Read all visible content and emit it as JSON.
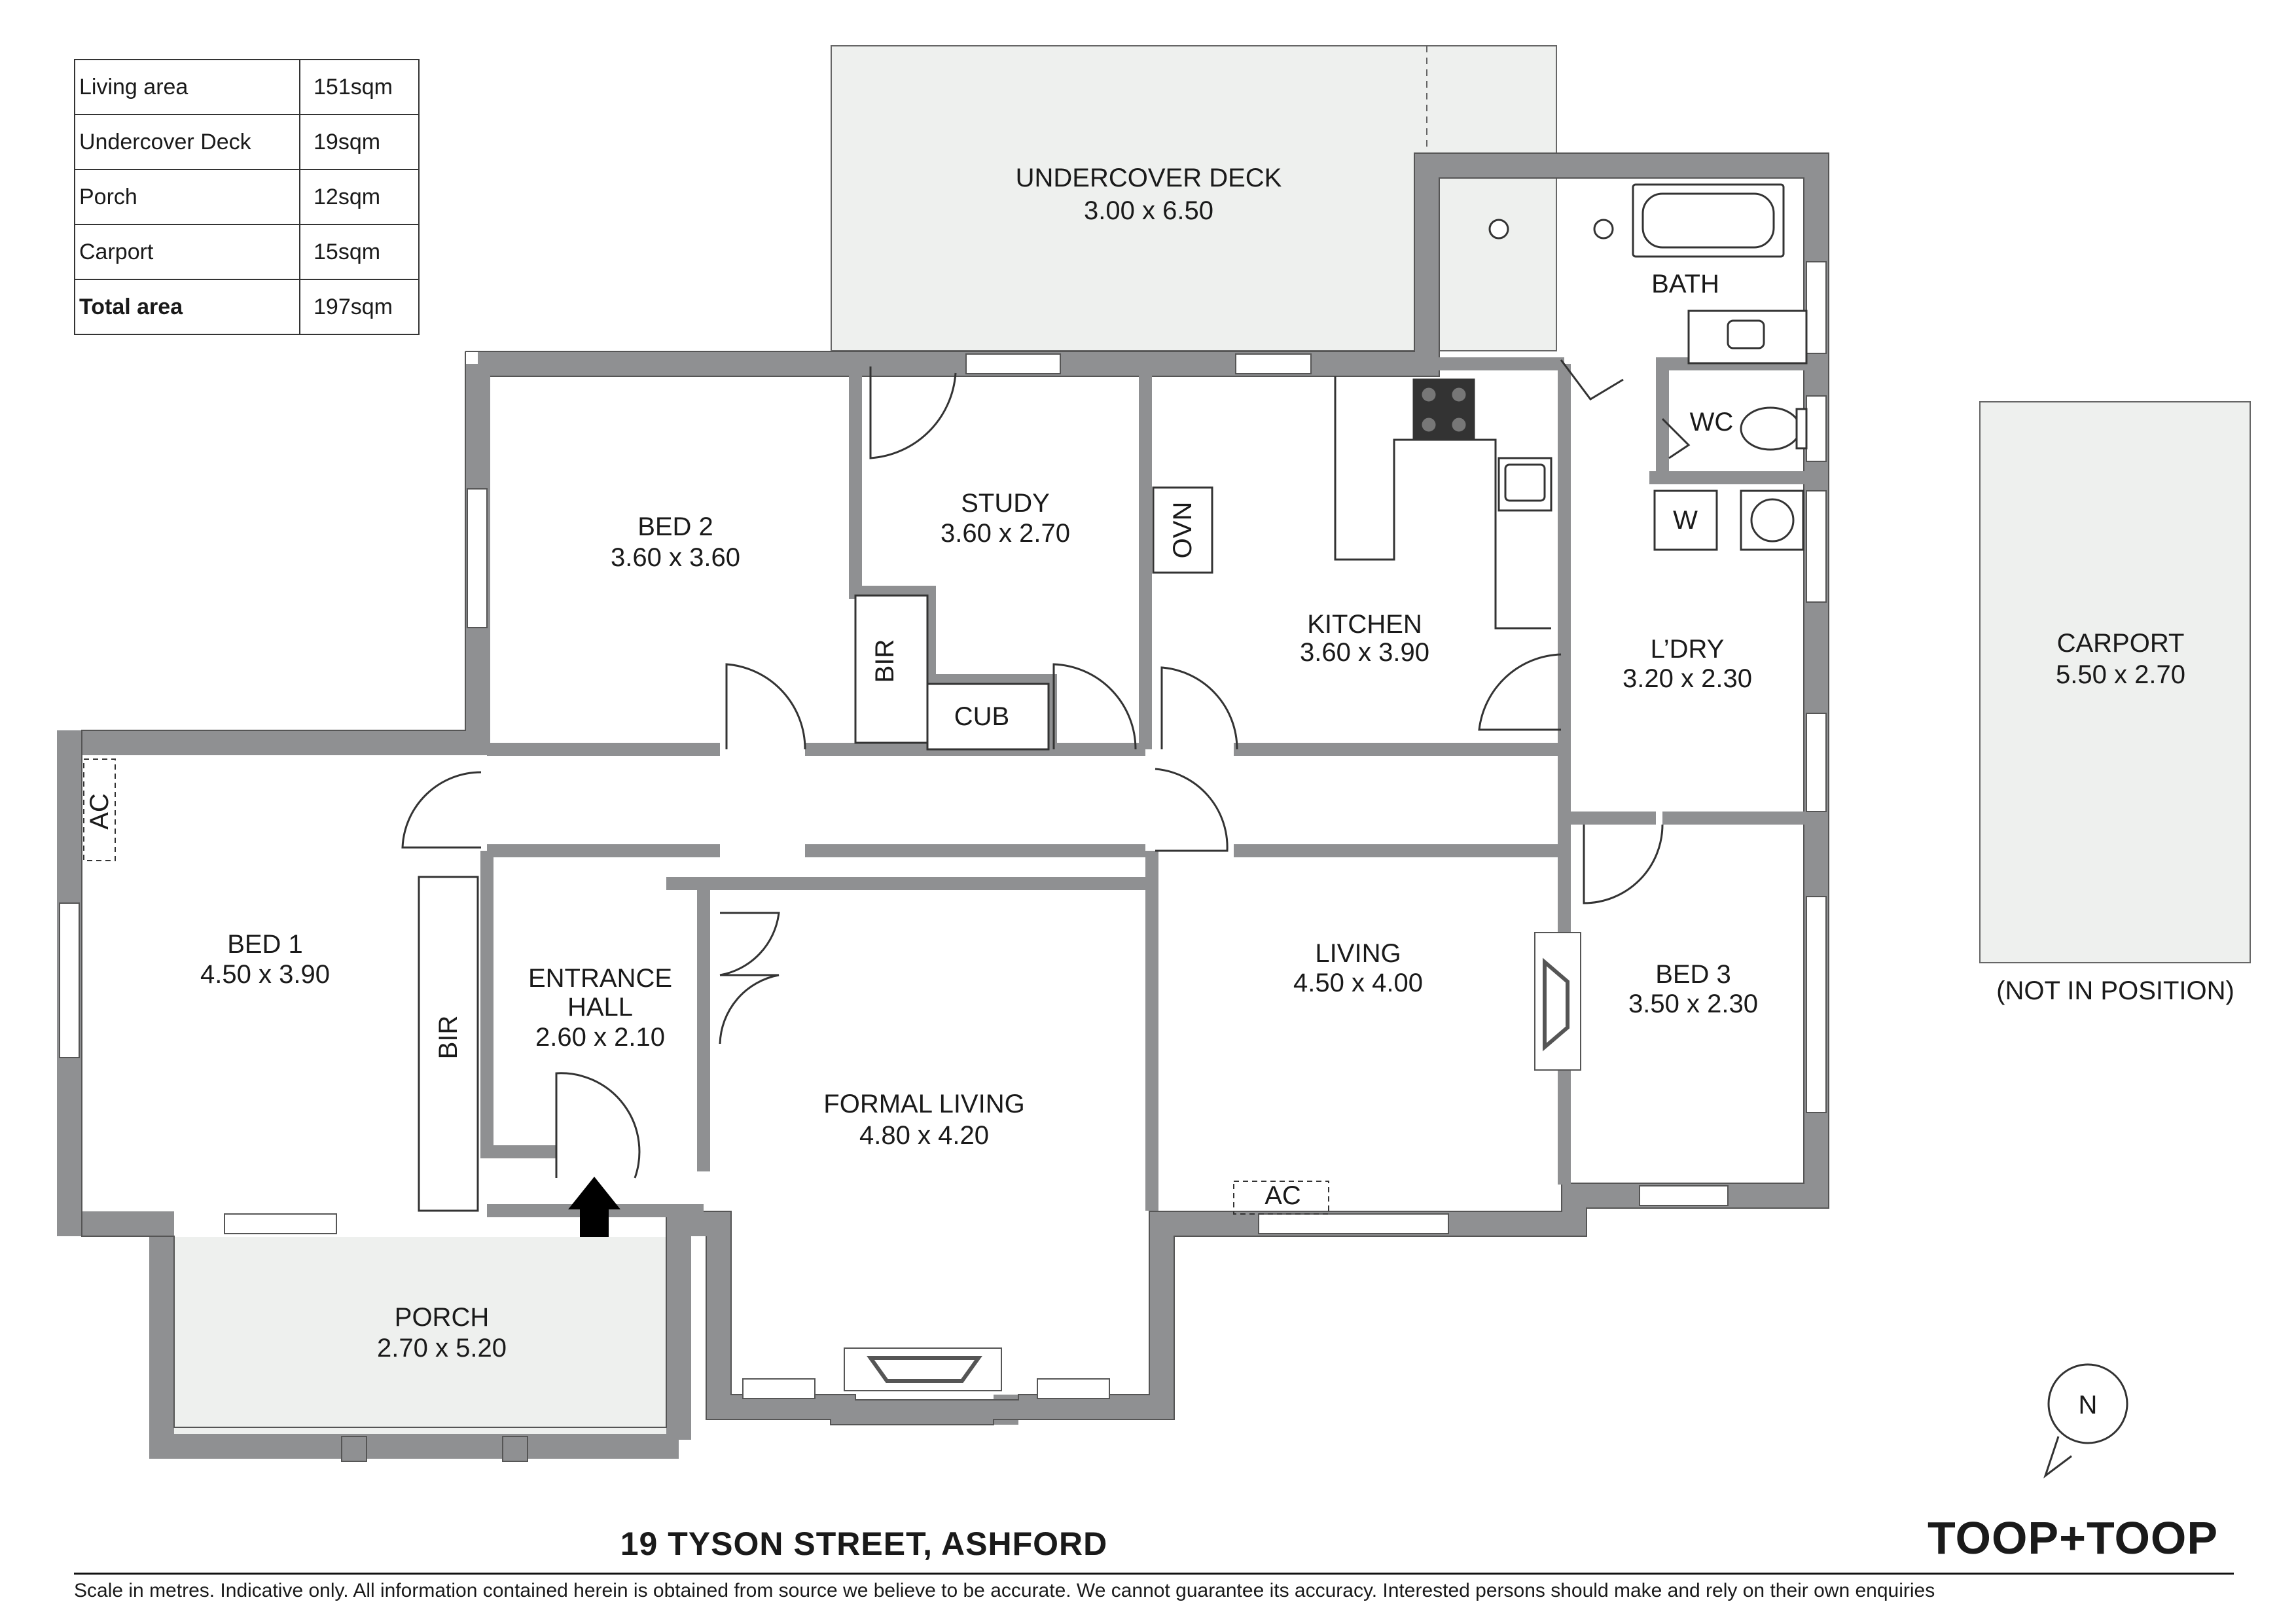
{
  "areas": [
    {
      "label": "Living area",
      "value": "151sqm"
    },
    {
      "label": "Undercover Deck",
      "value": "19sqm"
    },
    {
      "label": "Porch",
      "value": "12sqm"
    },
    {
      "label": "Carport",
      "value": "15sqm"
    },
    {
      "label": "Total area",
      "value": "197sqm"
    }
  ],
  "rooms": {
    "deck": {
      "name": "UNDERCOVER DECK",
      "size": "3.00 x 6.50"
    },
    "bath": {
      "name": "BATH"
    },
    "wc": {
      "name": "WC"
    },
    "washer": {
      "name": "W"
    },
    "bed2": {
      "name": "BED 2",
      "size": "3.60 x 3.60"
    },
    "study": {
      "name": "STUDY",
      "size": "3.60 x 2.70"
    },
    "oven": {
      "name": "OVN"
    },
    "kitchen": {
      "name": "KITCHEN",
      "size": "3.60 x 3.90"
    },
    "laundry": {
      "name": "L’DRY",
      "size": "3.20 x 2.30"
    },
    "carport": {
      "name": "CARPORT",
      "size": "5.50 x 2.70",
      "note": "(NOT IN POSITION)"
    },
    "bir_study": {
      "name": "BIR"
    },
    "cub": {
      "name": "CUB"
    },
    "bed1": {
      "name": "BED 1",
      "size": "4.50 x 3.90"
    },
    "ac1": {
      "name": "AC"
    },
    "bir_bed1": {
      "name": "BIR"
    },
    "entrance": {
      "name1": "ENTRANCE",
      "name2": "HALL",
      "size": "2.60 x 2.10"
    },
    "formal": {
      "name": "FORMAL LIVING",
      "size": "4.80 x 4.20"
    },
    "living": {
      "name": "LIVING",
      "size": "4.50 x 4.00"
    },
    "ac2": {
      "name": "AC"
    },
    "bed3": {
      "name": "BED 3",
      "size": "3.50 x 2.30"
    },
    "porch": {
      "name": "PORCH",
      "size": "2.70 x 5.20"
    }
  },
  "compass": {
    "label": "N"
  },
  "address": "19 TYSON STREET, ASHFORD",
  "brand": "TOOP+TOOP",
  "disclaimer": "Scale in metres. Indicative only. All information contained herein is obtained from source we believe to be accurate. We cannot guarantee its accuracy. Interested persons should make and rely on their own enquiries",
  "colors": {
    "wall": "#8f9092",
    "wall_stroke": "#555555",
    "outdoor_fill": "#eef0ee",
    "text": "#1a1a1a"
  }
}
